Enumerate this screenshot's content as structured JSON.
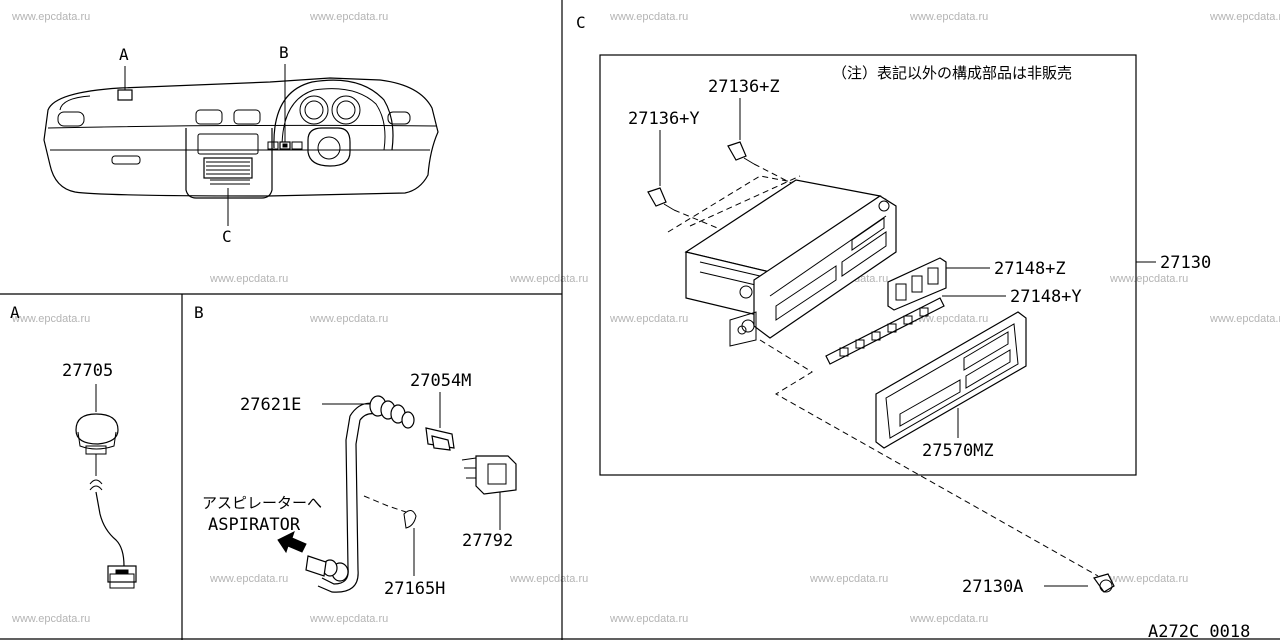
{
  "watermark": "www.epcdata.ru",
  "diagram_id": "A272C 0018",
  "overview": {
    "callout_a": "A",
    "callout_b": "B",
    "callout_c": "C"
  },
  "panels": {
    "a": {
      "title": "A",
      "parts": [
        "27705"
      ]
    },
    "b": {
      "title": "B",
      "parts": [
        "27621E",
        "27054M",
        "27792",
        "27165H"
      ],
      "aspirator_jp": "アスピレーターへ",
      "aspirator_en": "ASPIRATOR"
    },
    "c": {
      "title": "C",
      "note": "（注）表記以外の構成部品は非販売",
      "parts": [
        "27136+Z",
        "27136+Y",
        "27130",
        "27148+Z",
        "27148+Y",
        "27570MZ",
        "27130A"
      ]
    }
  }
}
